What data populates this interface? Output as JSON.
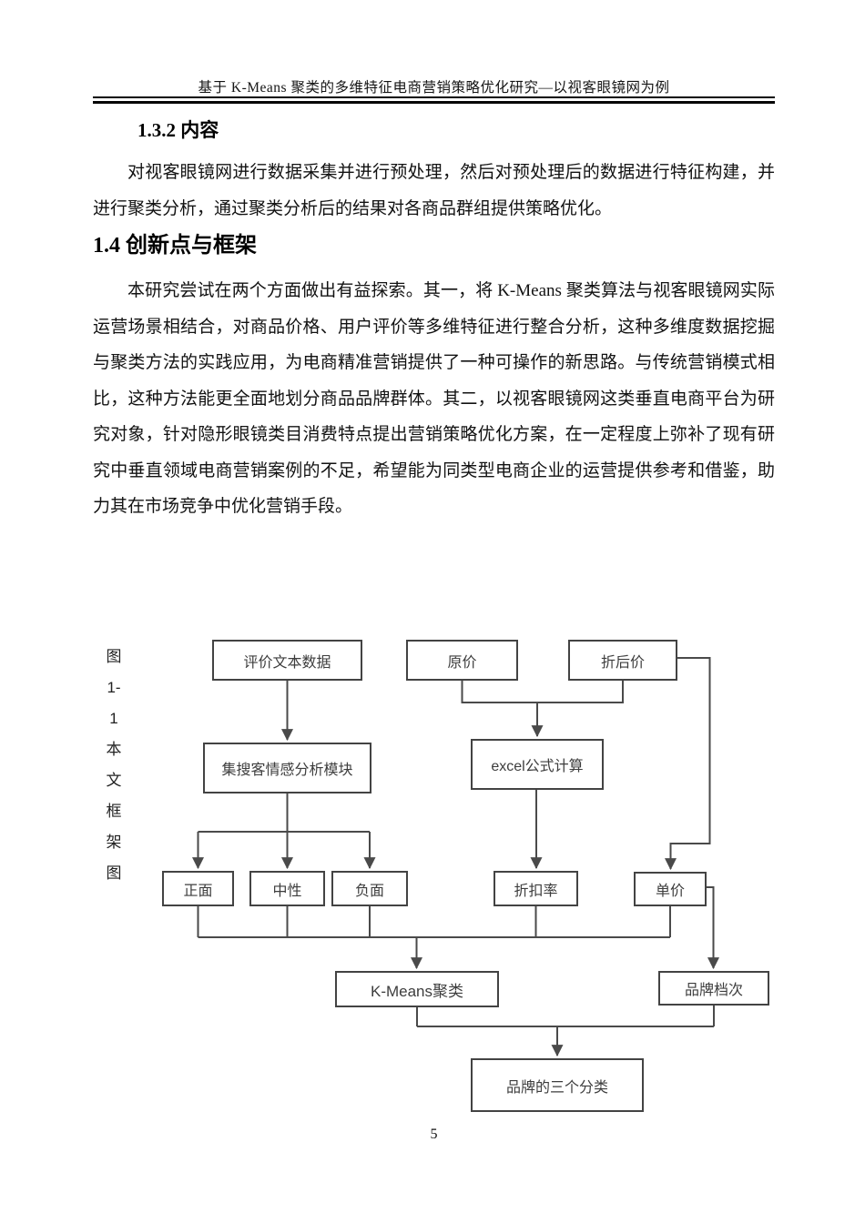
{
  "header": {
    "running_title": "基于 K-Means 聚类的多维特征电商营销策略优化研究—以视客眼镜网为例"
  },
  "sections": [
    {
      "heading": "1.3.2 内容",
      "paragraph": "对视客眼镜网进行数据采集并进行预处理，然后对预处理后的数据进行特征构建，并进行聚类分析，通过聚类分析后的结果对各商品群组提供策略优化。"
    },
    {
      "heading": "1.4 创新点与框架",
      "paragraph": "本研究尝试在两个方面做出有益探索。其一，将 K-Means 聚类算法与视客眼镜网实际运营场景相结合，对商品价格、用户评价等多维特征进行整合分析，这种多维度数据挖掘与聚类方法的实践应用，为电商精准营销提供了一种可操作的新思路。与传统营销模式相比，这种方法能更全面地划分商品品牌群体。其二，以视客眼镜网这类垂直电商平台为研究对象，针对隐形眼镜类目消费特点提出营销策略优化方案，在一定程度上弥补了现有研究中垂直领域电商营销案例的不足，希望能为同类型电商企业的运营提供参考和借鉴，助力其在市场竞争中优化营销手段。"
    }
  ],
  "figure": {
    "caption": "图 1-1 本文框架图",
    "caption_chars": [
      "图",
      "1-",
      "1",
      "本",
      "文",
      "框",
      "架",
      "图"
    ],
    "nodes": [
      {
        "id": "review-text-data",
        "label": "评价文本数据"
      },
      {
        "id": "original-price",
        "label": "原价"
      },
      {
        "id": "discounted-price",
        "label": "折后价"
      },
      {
        "id": "jisouke-sentiment-module",
        "label": "集搜客情感分析模块"
      },
      {
        "id": "excel-formula",
        "label": "excel公式计算"
      },
      {
        "id": "positive",
        "label": "正面"
      },
      {
        "id": "neutral",
        "label": "中性"
      },
      {
        "id": "negative",
        "label": "负面"
      },
      {
        "id": "discount-rate",
        "label": "折扣率"
      },
      {
        "id": "unit-price",
        "label": "单价"
      },
      {
        "id": "kmeans-cluster",
        "label": "K-Means聚类"
      },
      {
        "id": "brand-grade",
        "label": "品牌档次"
      },
      {
        "id": "brand-three-classes",
        "label": "品牌的三个分类"
      }
    ],
    "edges": [
      {
        "from": "评价文本数据",
        "to": "集搜客情感分析模块"
      },
      {
        "from": "原价",
        "to": "excel公式计算"
      },
      {
        "from": "折后价",
        "to": "excel公式计算"
      },
      {
        "from": "折后价",
        "to": "单价"
      },
      {
        "from": "集搜客情感分析模块",
        "to": "正面"
      },
      {
        "from": "集搜客情感分析模块",
        "to": "中性"
      },
      {
        "from": "集搜客情感分析模块",
        "to": "负面"
      },
      {
        "from": "excel公式计算",
        "to": "折扣率"
      },
      {
        "from": "正面",
        "to": "K-Means聚类"
      },
      {
        "from": "中性",
        "to": "K-Means聚类"
      },
      {
        "from": "负面",
        "to": "K-Means聚类"
      },
      {
        "from": "折扣率",
        "to": "K-Means聚类"
      },
      {
        "from": "单价",
        "to": "K-Means聚类"
      },
      {
        "from": "单价",
        "to": "品牌档次"
      },
      {
        "from": "K-Means聚类",
        "to": "品牌的三个分类"
      },
      {
        "from": "品牌档次",
        "to": "品牌的三个分类"
      }
    ],
    "colors": {
      "connector_line": "#4a4a4a",
      "box_border": "#434343",
      "box_text": "#3d3d3d"
    }
  },
  "footer": {
    "page_number": "5"
  }
}
